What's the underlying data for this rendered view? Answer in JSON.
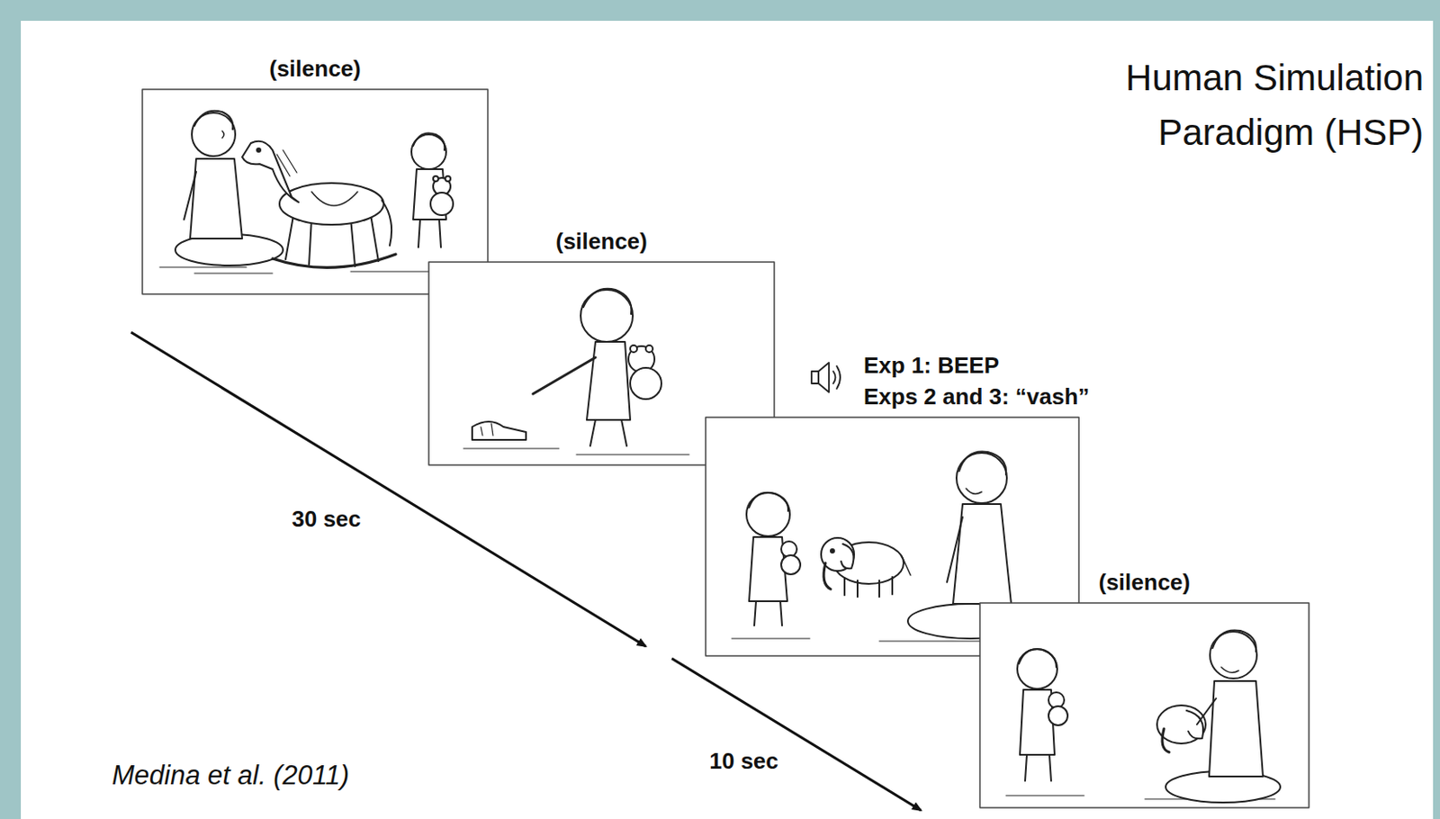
{
  "diagram": {
    "title": "Human Simulation Paradigm (HSP)",
    "nodes": [
      {
        "text": [
          "(silence)"
        ]
      },
      {
        "text": [
          "(silence)"
        ]
      },
      {
        "text": [
          "Exp 1: BEEP",
          "Exps 2 and 3: “vash”"
        ]
      },
      {
        "text": [
          "(silence)"
        ]
      }
    ],
    "labels": [
      "30 sec",
      "10 sec",
      "Medina et al. (2011)"
    ]
  }
}
